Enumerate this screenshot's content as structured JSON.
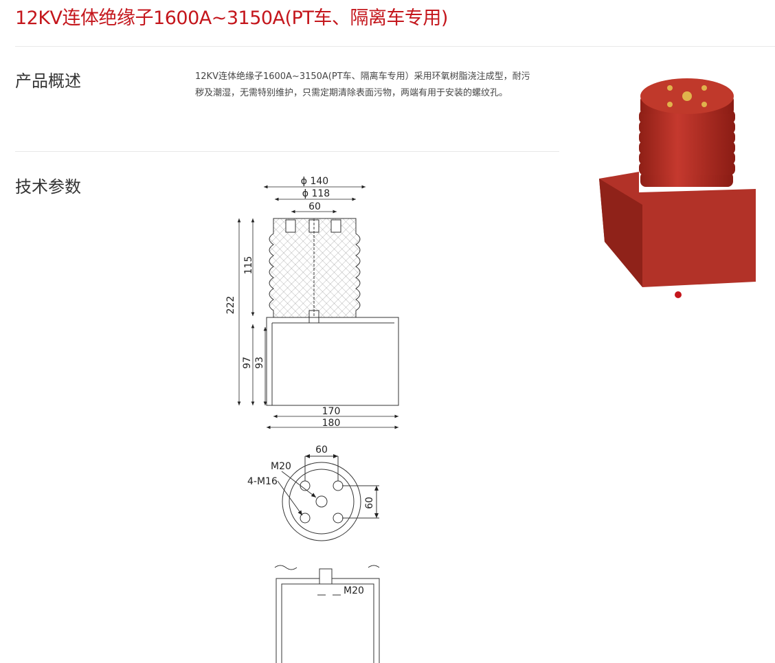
{
  "title": "12KV连体绝缘子1600A~3150A(PT车、隔离车专用)",
  "overview": {
    "heading": "产品概述",
    "text": "12KV连体绝缘子1600A~3150A(PT车、隔离车专用）采用环氧树脂浇注成型，耐污秽及潮湿，无需特别维护，只需定期清除表面污物，两端有用于安装的螺纹孔。"
  },
  "specs": {
    "heading": "技术参数"
  },
  "drawing": {
    "dims": {
      "d140": "ϕ 140",
      "d118": "ϕ 118",
      "w60": "60",
      "h115": "115",
      "h222": "222",
      "h97": "97",
      "h93": "93",
      "w170": "170",
      "w180": "180"
    },
    "top_view": {
      "m20": "M20",
      "m16": "4-M16",
      "w60": "60",
      "h60": "60"
    },
    "section": {
      "m20": "M20"
    }
  },
  "colors": {
    "accent": "#c4161c",
    "insulator_red": "#b8322a"
  }
}
